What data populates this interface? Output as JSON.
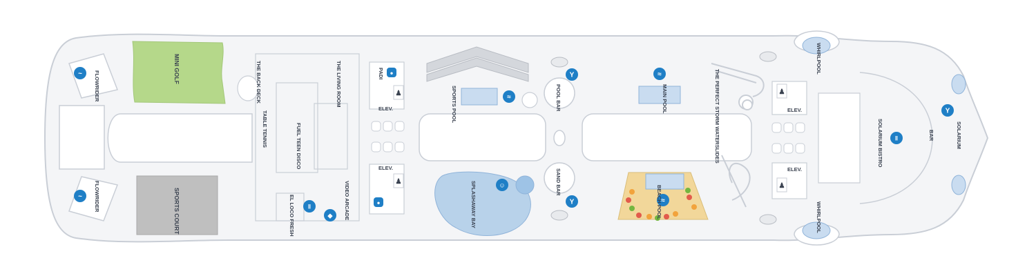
{
  "deck_plan": {
    "labels": {
      "flowrider_fore": "FLOWRIDER",
      "flowrider_aft": "FLOWRIDER",
      "mini_golf": "MINI GOLF",
      "sports_court": "SPORTS COURT",
      "the_back_deck": "THE BACK DECK",
      "table_tennis": "TABLE TENNIS",
      "the_living_room": "THE LIVING ROOM",
      "fuel_teen_disco": "FUEL TEEN DISCO",
      "video_arcade": "VIDEO ARCADE",
      "el_loco_fresh": "EL LOCO FRESH",
      "padi": "PADI",
      "elev_1": "ELEV.",
      "elev_2": "ELEV.",
      "elev_3": "ELEV.",
      "elev_4": "ELEV.",
      "sports_pool": "SPORTS POOL",
      "splashaway_bay": "SPLASHAWAY BAY",
      "pool_bar": "POOL BAR",
      "sand_bar": "SAND BAR",
      "main_pool": "MAIN POOL",
      "beach_pool": "BEACH POOL",
      "perfect_storm": "THE PERFECT STORM WATERSLIDES",
      "whirlpool_top": "WHIRLPOOL",
      "whirlpool_bottom": "WHIRLPOOL",
      "solarium_bistro": "SOLARIUM BISTRO",
      "bar": "BAR",
      "solarium": "SOLARIUM"
    },
    "icons": {
      "flowrider": "surfer-icon",
      "pool": "wave-icon",
      "bar": "cocktail-glass-icon",
      "dining": "fork-knife-icon",
      "restroom": "person-icon",
      "elevator_info": "padi-dive-icon",
      "arcade": "arcade-icon",
      "kids": "kids-play-icon"
    },
    "colors": {
      "hull_fill": "#f4f5f7",
      "outline": "#c9ced6",
      "icon_blue": "#1f7fc6",
      "mini_golf": "#b5d88a",
      "sports_court": "#bfbfbf",
      "pool_water": "#c9dcf0",
      "splash_area": "#b8d2ea",
      "beach_sand": "#f2d79a"
    }
  }
}
